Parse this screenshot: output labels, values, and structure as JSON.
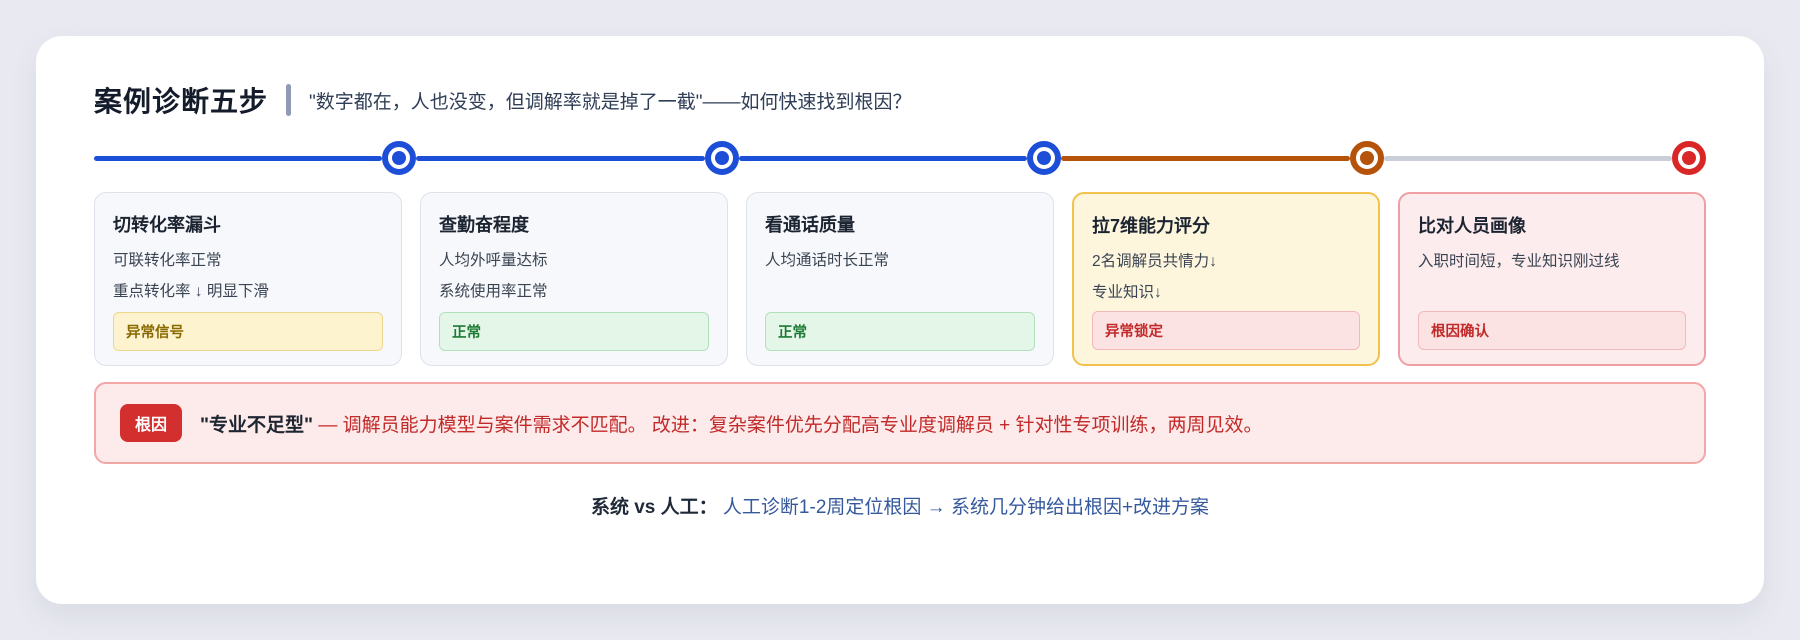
{
  "colors": {
    "page-bg": "#e9eaf1",
    "panel-bg": "#ffffff",
    "title": "#141c2b",
    "divider": "#8e9bb3",
    "quote": "#2f3e56",
    "blue": "#1d4ed8",
    "orange": "#b45309",
    "red": "#d92626",
    "gray-line": "#c9ced8",
    "warn-card-border": "#f2c14e",
    "danger-card-border": "#ef9fa4",
    "warn-text": "#8a6a00",
    "ok-text": "#1e7a33",
    "alert-text": "#c22a2a",
    "red-pill": "#d32f2f",
    "footer-blue": "#35599c"
  },
  "header": {
    "title": "案例诊断五步",
    "quote": "\"数字都在，人也没变，但调解率就是掉了一截\"——如何快速找到根因？"
  },
  "steps": [
    {
      "title": "切转化率漏斗",
      "lines": [
        "可联转化率正常",
        "重点转化率 ↓ 明显下滑"
      ],
      "badge": "异常信号",
      "badge_type": "warn",
      "variant": "plain",
      "node_color": "blue"
    },
    {
      "title": "查勤奋程度",
      "lines": [
        "人均外呼量达标",
        "系统使用率正常"
      ],
      "badge": "正常",
      "badge_type": "ok",
      "variant": "plain",
      "node_color": "blue"
    },
    {
      "title": "看通话质量",
      "lines": [
        "人均通话时长正常"
      ],
      "badge": "正常",
      "badge_type": "ok",
      "variant": "plain",
      "node_color": "blue"
    },
    {
      "title": "拉7维能力评分",
      "lines": [
        "2名调解员共情力↓",
        "专业知识↓"
      ],
      "badge": "异常锁定",
      "badge_type": "alert",
      "variant": "warning",
      "node_color": "orange"
    },
    {
      "title": "比对人员画像",
      "lines": [
        "入职时间短，专业知识刚过线"
      ],
      "badge": "根因确认",
      "badge_type": "alert",
      "variant": "danger",
      "node_color": "red"
    }
  ],
  "root_cause": {
    "pill": "根因",
    "headline": "\"专业不足型\"",
    "body": " — 调解员能力模型与案件需求不匹配。 改进：复杂案件优先分配高专业度调解员 + 针对性专项训练，两周见效。"
  },
  "footer": {
    "label": "系统 vs 人工：",
    "text": "人工诊断1-2周定位根因 → 系统几分钟给出根因+改进方案"
  }
}
